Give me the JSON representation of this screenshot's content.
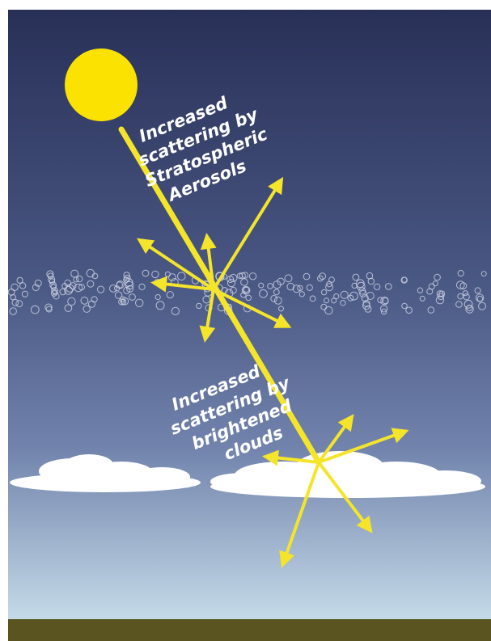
{
  "diagram": {
    "labels": {
      "stratospheric": [
        "Increased",
        "scattering by",
        "Stratospheric",
        "Aerosols"
      ],
      "clouds": [
        "Increased",
        "scattering by",
        "brightened",
        "clouds"
      ]
    },
    "colors": {
      "sky_top": "#283057",
      "sky_mid": "#5f6f99",
      "sky_bottom": "#c5dbe8",
      "ground": "#5a5420",
      "sun": "#fbe200",
      "arrow": "#f4e52a",
      "cloud": "#ffffff",
      "label": "#ffffff"
    }
  }
}
